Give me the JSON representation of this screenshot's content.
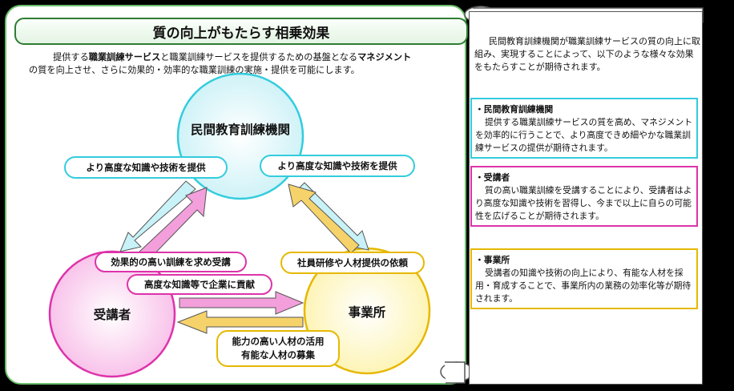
{
  "title": "質の向上がもたらす相乗効果",
  "intro": {
    "p1": "提供する",
    "b1": "職業訓練サービス",
    "p2": "と職業訓練サービスを提供するための基盤となる",
    "b2": "マネジメント",
    "line2": "の質を向上させ、さらに効果的・効率的な職業訓練の実施・提供を可能にします。"
  },
  "nodes": {
    "institution": "民間教育訓練機関",
    "trainee": "受講者",
    "business": "事業所"
  },
  "arrows": {
    "to_trainee": "より高度な知識や技術を提供",
    "to_business": "より高度な知識や技術を提供",
    "trainee_request": "効果的の高い訓練を求め受講",
    "business_request": "社員研修や人材提供の依頼",
    "trainee_to_business": "高度な知識等で企業に貢献",
    "business_to_trainee_1": "能力の高い人材の活用",
    "business_to_trainee_2": "有能な人材の募集"
  },
  "side": {
    "intro": "民間教育訓練機関が職業訓練サービスの質の向上に取組み、実現することによって、以下のような様々な効果をもたらすことが期待されます。",
    "cards": [
      {
        "title": "・民間教育訓練機関",
        "body": "提供する職業訓練サービスの質を高め、マネジメントを効率的に行うことで、より高度できめ細やかな職業訓練サービスの提供が期待されます。",
        "color": "#33ccdd"
      },
      {
        "title": "・受講者",
        "body": "質の高い職業訓練を受講することにより、受講者はより高度な知識や技術を習得し、今まで以上に自らの可能性を広げることが期待されます。",
        "color": "#dd33aa"
      },
      {
        "title": "・事業所",
        "body": "受講者の知識や技術の向上により、有能な人材を採用・育成することで、事業所内の業務の効率化等が期待されます。",
        "color": "#e6b800"
      }
    ]
  },
  "colors": {
    "cyan": "#33ccdd",
    "magenta": "#dd33aa",
    "yellow": "#e6b800",
    "green": "#2e7d32"
  }
}
